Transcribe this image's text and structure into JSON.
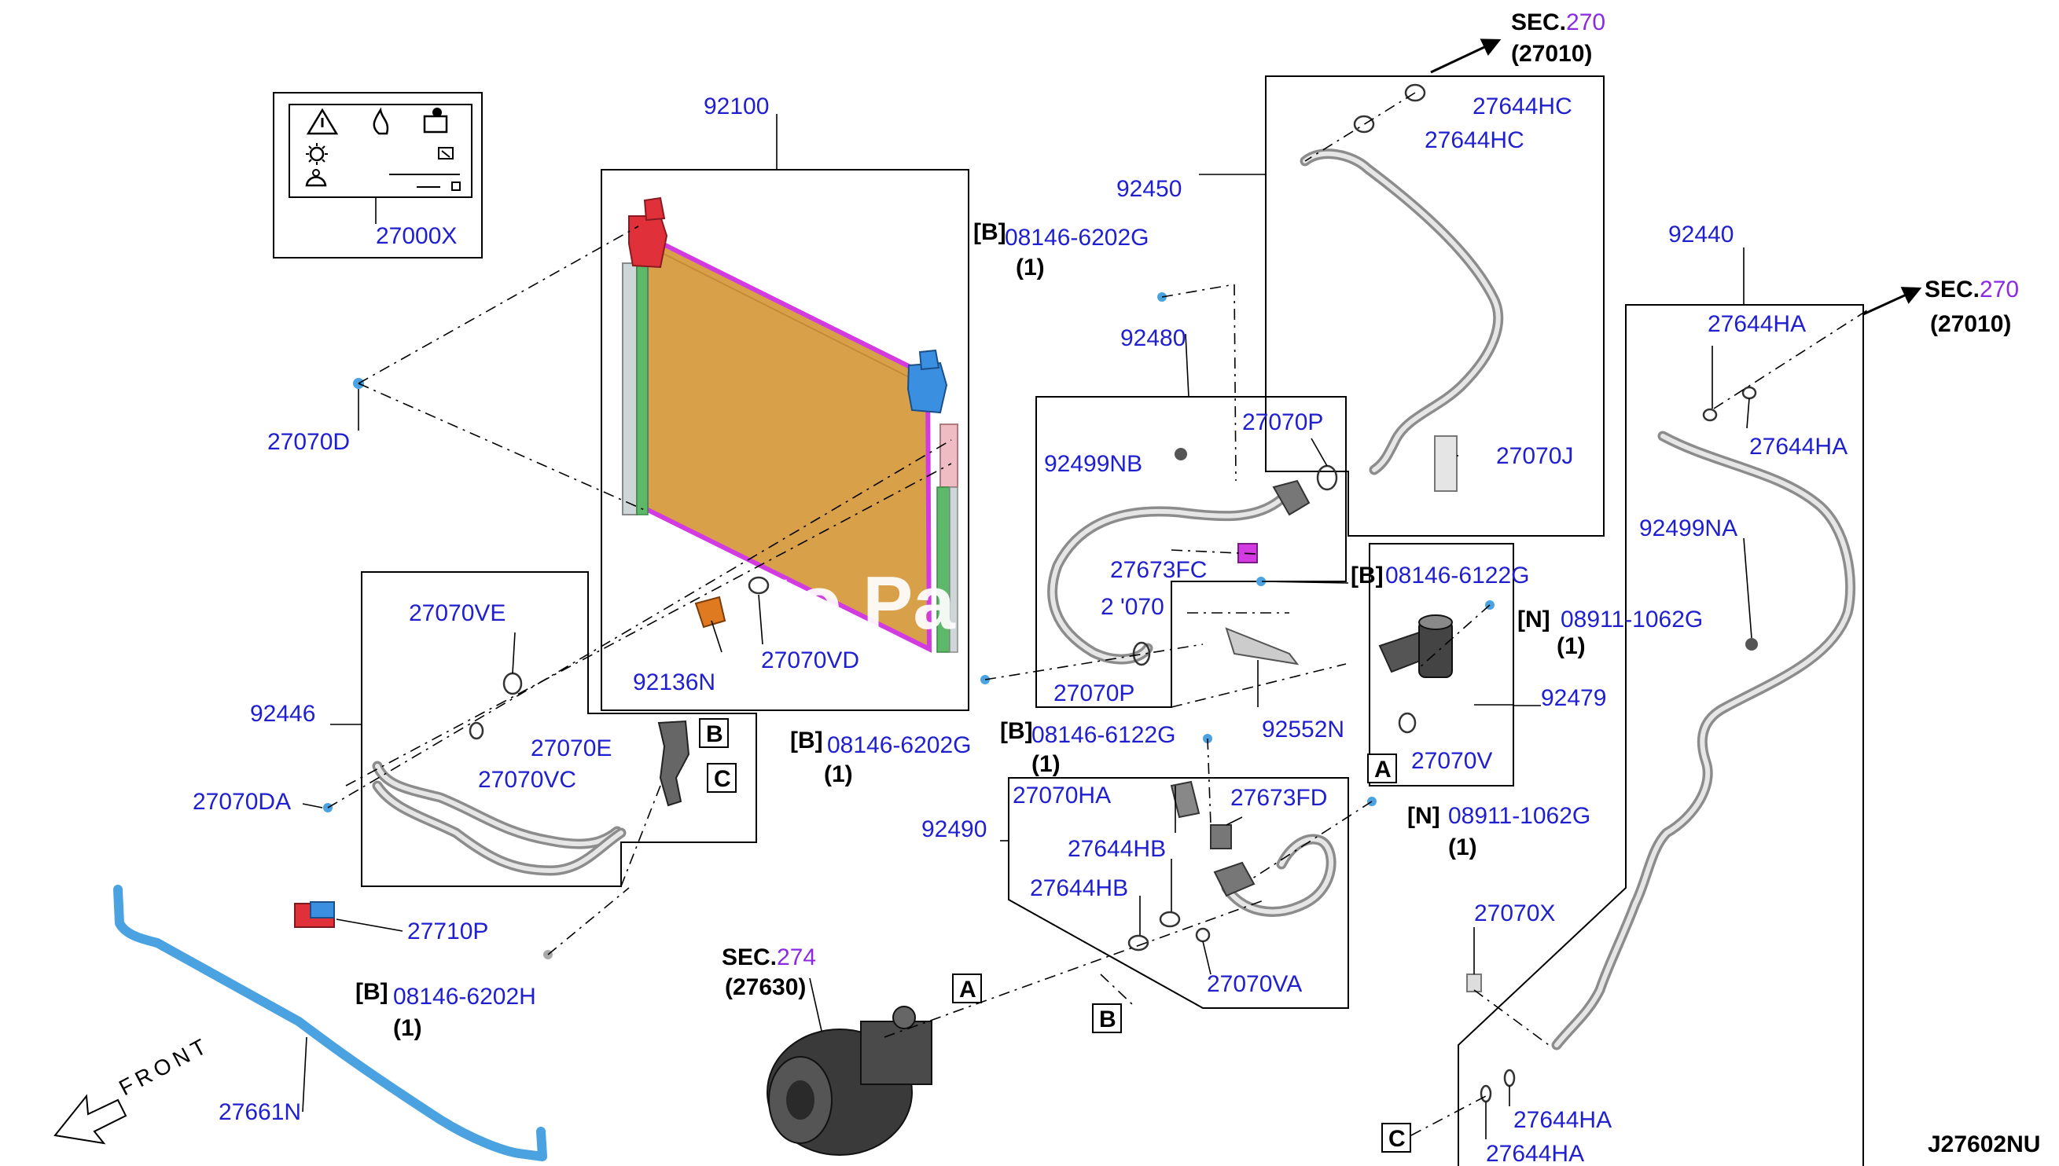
{
  "diagram_id": "J27602NU",
  "watermark": "to Pa",
  "front_label": "FRONT",
  "refs": {
    "sec270_top": {
      "prefix": "SEC.",
      "num": "270",
      "sub": "(27010)"
    },
    "sec270_right": {
      "prefix": "SEC.",
      "num": "270",
      "sub": "(27010)"
    },
    "sec274": {
      "prefix": "SEC.",
      "num": "274",
      "sub": "(27630)"
    }
  },
  "callouts": {
    "A": "A",
    "B": "B",
    "C": "C",
    "B_bracket": "[B]",
    "N_bracket": "[N]",
    "qty1": "(1)"
  },
  "parts": {
    "p92100": "92100",
    "p27000X": "27000X",
    "p27070D": "27070D",
    "p92450": "92450",
    "p27644HC_1": "27644HC",
    "p27644HC_2": "27644HC",
    "p08146_6202G_top": "08146-6202G",
    "p92480": "92480",
    "p27070P_top": "27070P",
    "p92499NB": "92499NB",
    "p27070J": "27070J",
    "p92440": "92440",
    "p27644HA_1": "27644HA",
    "p27644HA_2": "27644HA",
    "p92499NA": "92499NA",
    "p27673FC": "27673FC",
    "p08146_6122G_mid": "08146-6122G",
    "p27070_mid": "2 '070",
    "p08911_mid": "08911-1062G",
    "p27070VE": "27070VE",
    "p92446": "92446",
    "p92136N": "92136N",
    "p27070VD": "27070VD",
    "p27070P_bot": "27070P",
    "p92552N": "92552N",
    "p92479": "92479",
    "p27070V": "27070V",
    "p27070E": "27070E",
    "p27070VC": "27070VC",
    "p27070DA": "27070DA",
    "p08146_6202G_mid": "08146-6202G",
    "p08146_6122G_low": "08146-6122G",
    "p92490": "92490",
    "p27070HA": "27070HA",
    "p27673FD": "27673FD",
    "p08911_low": "08911-1062G",
    "p27644HB_1": "27644HB",
    "p27644HB_2": "27644HB",
    "p27070VA": "27070VA",
    "p27710P": "27710P",
    "p08146_6202H": "08146-6202H",
    "p27661N": "27661N",
    "p27070X": "27070X",
    "p27644HA_3": "27644HA",
    "p27644HA_4": "27644HA"
  },
  "colors": {
    "label_blue": "#1f1fd0",
    "sec_purple": "#8a2be2",
    "condenser_core": "#d9a04a",
    "condenser_frame": "#d23be0",
    "tank_red": "#e0303a",
    "tank_blue": "#3b8fe0",
    "bar_blue": "#4aa3e0",
    "pipe_gray": "#8c8c8c"
  },
  "icons": [
    "warning-icon",
    "fire-icon",
    "manual-icon",
    "sun-icon",
    "compressor-icon",
    "oil-icon"
  ]
}
